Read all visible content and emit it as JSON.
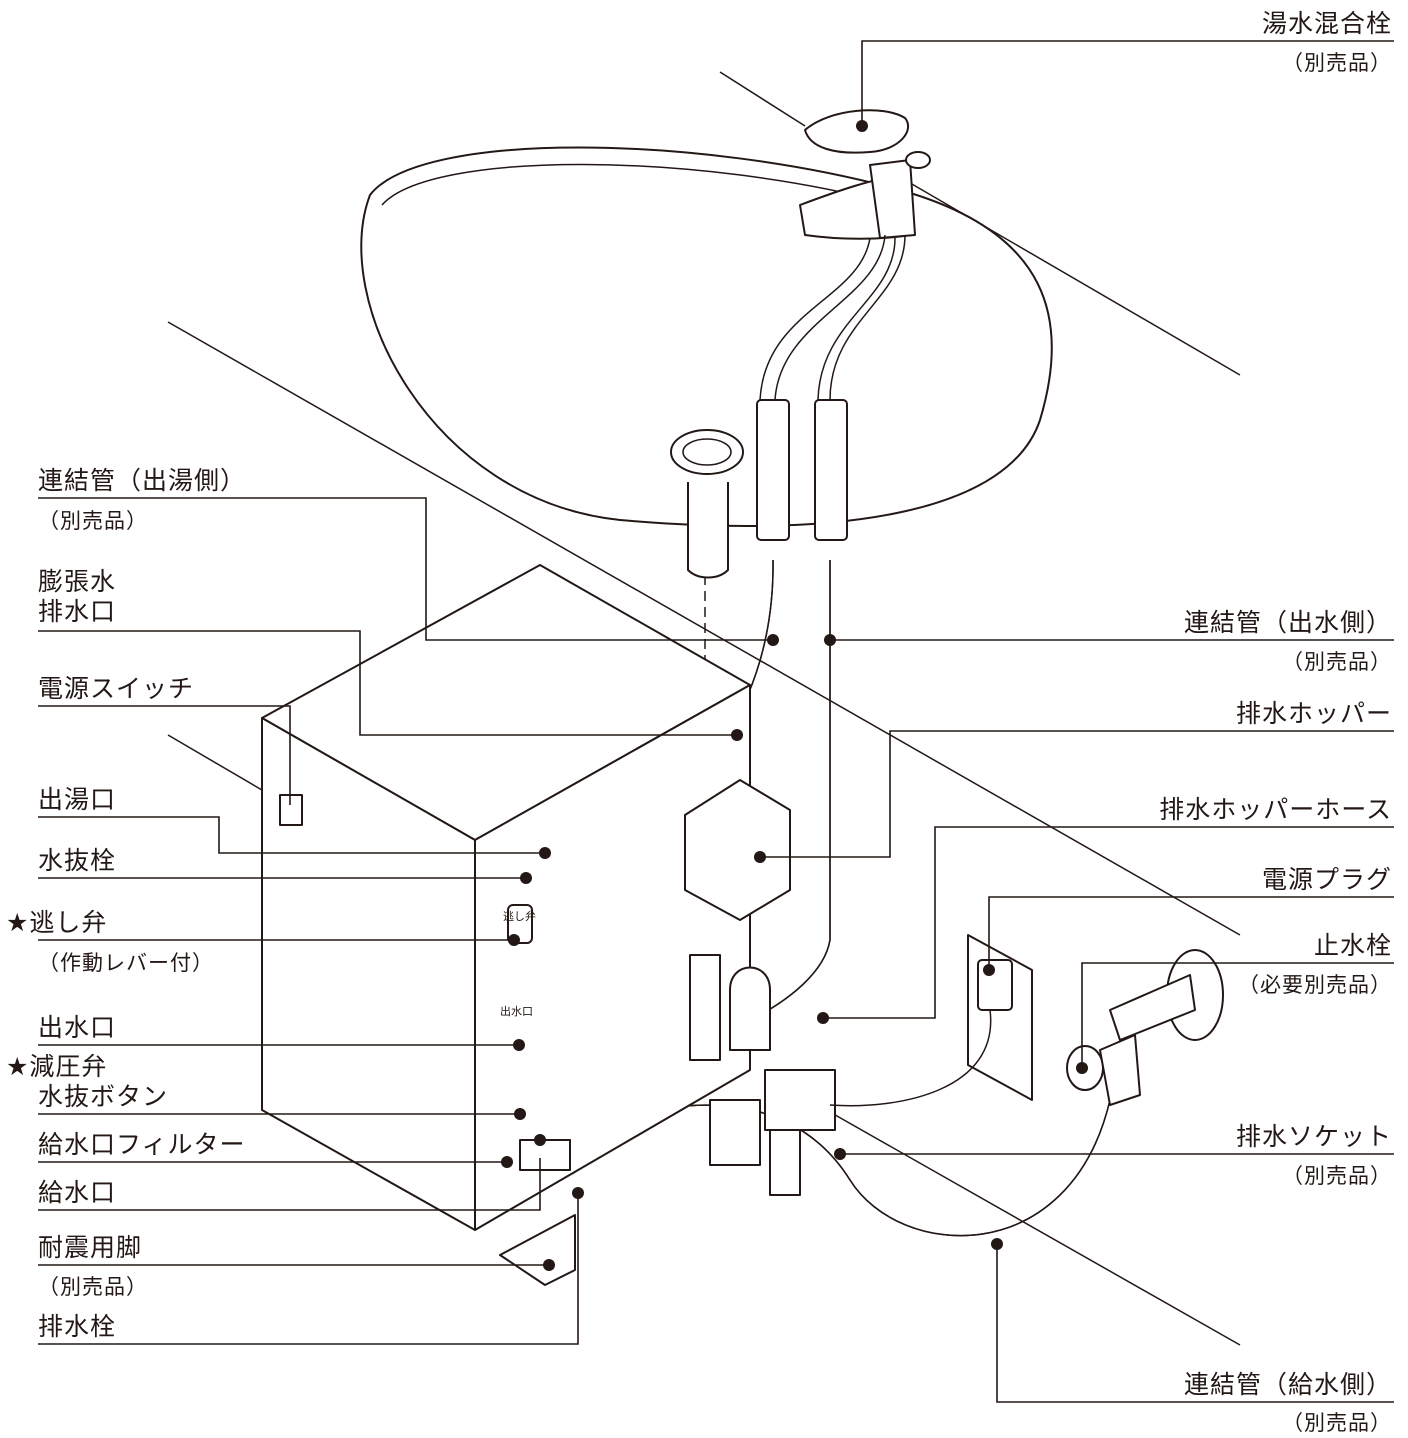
{
  "labels_left": {
    "connecting_pipe_hot": "連結管（出湯側）",
    "connecting_pipe_hot_note": "（別売品）",
    "expansion_water_line1": "膨張水",
    "expansion_water_line2": "排水口",
    "power_switch": "電源スイッチ",
    "hot_water_outlet": "出湯口",
    "drain_cock": "水抜栓",
    "relief_valve": "★逃し弁",
    "relief_valve_note": "（作動レバー付）",
    "water_outlet": "出水口",
    "pressure_reducing_valve_line1": "★減圧弁",
    "pressure_reducing_valve_line2": "水抜ボタン",
    "inlet_filter": "給水口フィルター",
    "water_inlet": "給水口",
    "seismic_leg": "耐震用脚",
    "seismic_leg_note": "（別売品）",
    "drain_plug": "排水栓"
  },
  "labels_right": {
    "mixing_faucet": "湯水混合栓",
    "mixing_faucet_note": "（別売品）",
    "connecting_pipe_cold": "連結管（出水側）",
    "connecting_pipe_cold_note": "（別売品）",
    "drain_hopper": "排水ホッパー",
    "drain_hopper_hose": "排水ホッパーホース",
    "power_plug": "電源プラグ",
    "stop_valve": "止水栓",
    "stop_valve_note": "（必要別売品）",
    "drain_socket": "排水ソケット",
    "drain_socket_note": "（別売品）",
    "connecting_pipe_supply": "連結管（給水側）",
    "connecting_pipe_supply_note": "（別売品）"
  },
  "unit_markings": {
    "relief_valve_mark": "逃し弁",
    "water_outlet_mark": "出水口"
  }
}
